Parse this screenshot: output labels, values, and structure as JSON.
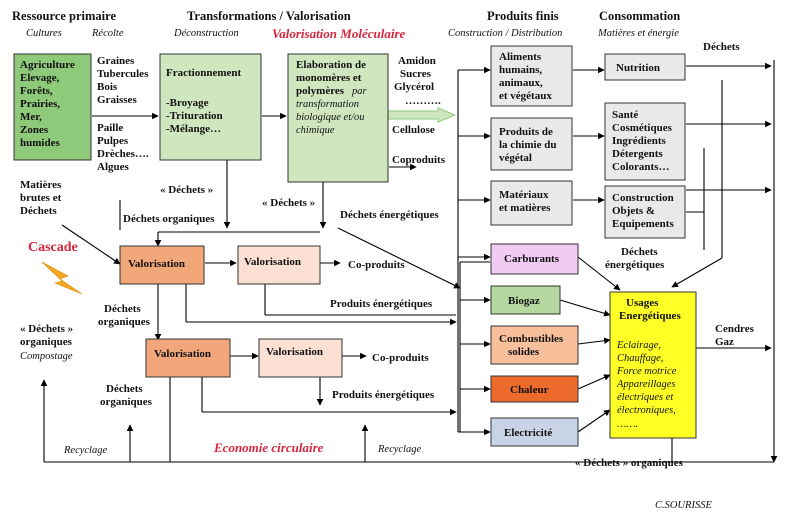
{
  "headers": {
    "ressource": "Ressource primaire",
    "cultures": "Cultures",
    "recolte": "Récolte",
    "transformations": "Transformations / Valorisation",
    "deconstruction": "Déconstruction",
    "valorisation_moleculaire": "Valorisation Moléculaire",
    "produits_finis": "Produits  finis",
    "construction_distribution": "Construction / Distribution",
    "consommation": "Consommation",
    "matieres_energie": "Matières et énergie"
  },
  "sources": {
    "lines": [
      "Agriculture",
      "Elevage,",
      "Forêts,",
      "Prairies,",
      "Mer,",
      "Zones",
      "humides"
    ]
  },
  "harvest_top": [
    "Graines",
    "Tubercules",
    "Bois",
    "Graisses"
  ],
  "harvest_bottom": [
    "Paille",
    "Pulpes",
    "Drèches….",
    "Algues"
  ],
  "fractionnement": {
    "title": "Fractionnement",
    "steps": [
      "-Broyage",
      "-Trituration",
      "-Mélange…"
    ]
  },
  "elaboration": {
    "bold_lines": [
      "Elaboration de",
      "monomères et",
      "polymères"
    ],
    "par": "par",
    "italic_lines": [
      "transformation",
      "biologique et/ou",
      "chimique"
    ]
  },
  "molecules": [
    "Amidon",
    "Sucres",
    "Glycérol",
    "………."
  ],
  "cellulose": "Cellulose",
  "coproduits_top": "Coproduits",
  "produits": {
    "aliments": [
      "Aliments",
      "humains,",
      "animaux,",
      "et végétaux"
    ],
    "chimie": [
      "Produits de",
      "la chimie du",
      "végétal"
    ],
    "materiaux": [
      "Matériaux",
      "et matières"
    ],
    "carburants": "Carburants",
    "biogaz": "Biogaz",
    "combustibles": [
      "Combustibles",
      "solides"
    ],
    "chaleur": "Chaleur",
    "electricite": "Electricité"
  },
  "consommation": {
    "nutrition": "Nutrition",
    "sante": [
      "Santé",
      "Cosmétiques",
      "Ingrédients",
      "Détergents",
      "Colorants…"
    ],
    "construction": [
      "Construction",
      "Objets &",
      "Equipements"
    ]
  },
  "usages": {
    "title": [
      "Usages",
      "Energétiques"
    ],
    "items": [
      "Eclairage,",
      "Chauffage,",
      "Force motrice",
      "Appareillages",
      "électriques et",
      "électroniques,",
      "……."
    ]
  },
  "labels": {
    "dechets_top_right": "Déchets",
    "matieres_brutes": [
      "Matières",
      "brutes et",
      "Déchets"
    ],
    "dechets_quote_1": "« Déchets »",
    "dechets_organiques_1": "Déchets organiques",
    "dechets_quote_2": "« Déchets »",
    "dechets_energetiques_1": "Déchets énergétiques",
    "cascade": "Cascade",
    "valorisation": "Valorisation",
    "co_produits": "Co-produits",
    "produits_energetiques": "Produits énergétiques",
    "dechets_organiques_2": [
      "Déchets",
      "organiques"
    ],
    "dechets_organiques_3": [
      "Déchets",
      "organiques"
    ],
    "compostage_label": [
      "« Déchets »",
      "organiques"
    ],
    "compostage": "Compostage",
    "dechets_energetiques_2": [
      "Déchets",
      "énergétiques"
    ],
    "cendres": [
      "Cendres",
      "Gaz"
    ],
    "recyclage": "Recyclage",
    "economie_circulaire": "Economie circulaire",
    "dechets_organiques_bottom": "« Déchets » organiques",
    "author": "C.SOURISSE"
  },
  "colors": {
    "green_dark": "#8fc97a",
    "green_light": "#cfe6bf",
    "orange": "#f2a77b",
    "pale_orange": "#fbe0d3",
    "grey": "#e9e9e9",
    "violet": "#f2cbf5",
    "biogaz": "#b5d8a0",
    "combustibles": "#f7c09b",
    "chaleur": "#ec6a2c",
    "electricite": "#c9d3e6",
    "yellow": "#ffff25",
    "red": "#d7263d"
  }
}
